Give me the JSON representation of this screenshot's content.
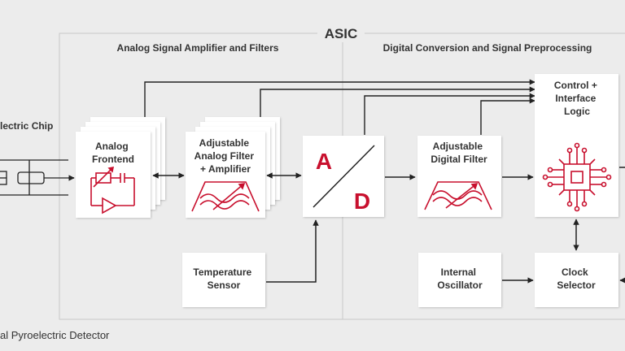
{
  "asic_title": "ASIC",
  "analog_section_title": "Analog Signal Amplifier and Filters",
  "digital_section_title": "Digital Conversion and Signal Preprocessing",
  "chip_label": "lectric Chip",
  "detector_label": "al Pyroelectric Detector",
  "blocks": {
    "analog_frontend": [
      "Analog",
      "Frontend"
    ],
    "adjustable_analog_filter": [
      "Adjustable",
      "Analog Filter",
      "+ Amplifier"
    ],
    "ad_converter": {
      "a": "A",
      "d": "D"
    },
    "adjustable_digital_filter": [
      "Adjustable",
      "Digital Filter"
    ],
    "control_logic": [
      "Control +",
      "Interface",
      "Logic"
    ],
    "temperature_sensor": [
      "Temperature",
      "Sensor"
    ],
    "internal_oscillator": [
      "Internal",
      "Oscillator"
    ],
    "clock_selector": [
      "Clock",
      "Selector"
    ]
  },
  "colors": {
    "background": "#ececec",
    "region_border": "#c8c8c8",
    "box_fill": "#ffffff",
    "line": "#222222",
    "accent_red": "#c8102e",
    "text": "#333333"
  }
}
